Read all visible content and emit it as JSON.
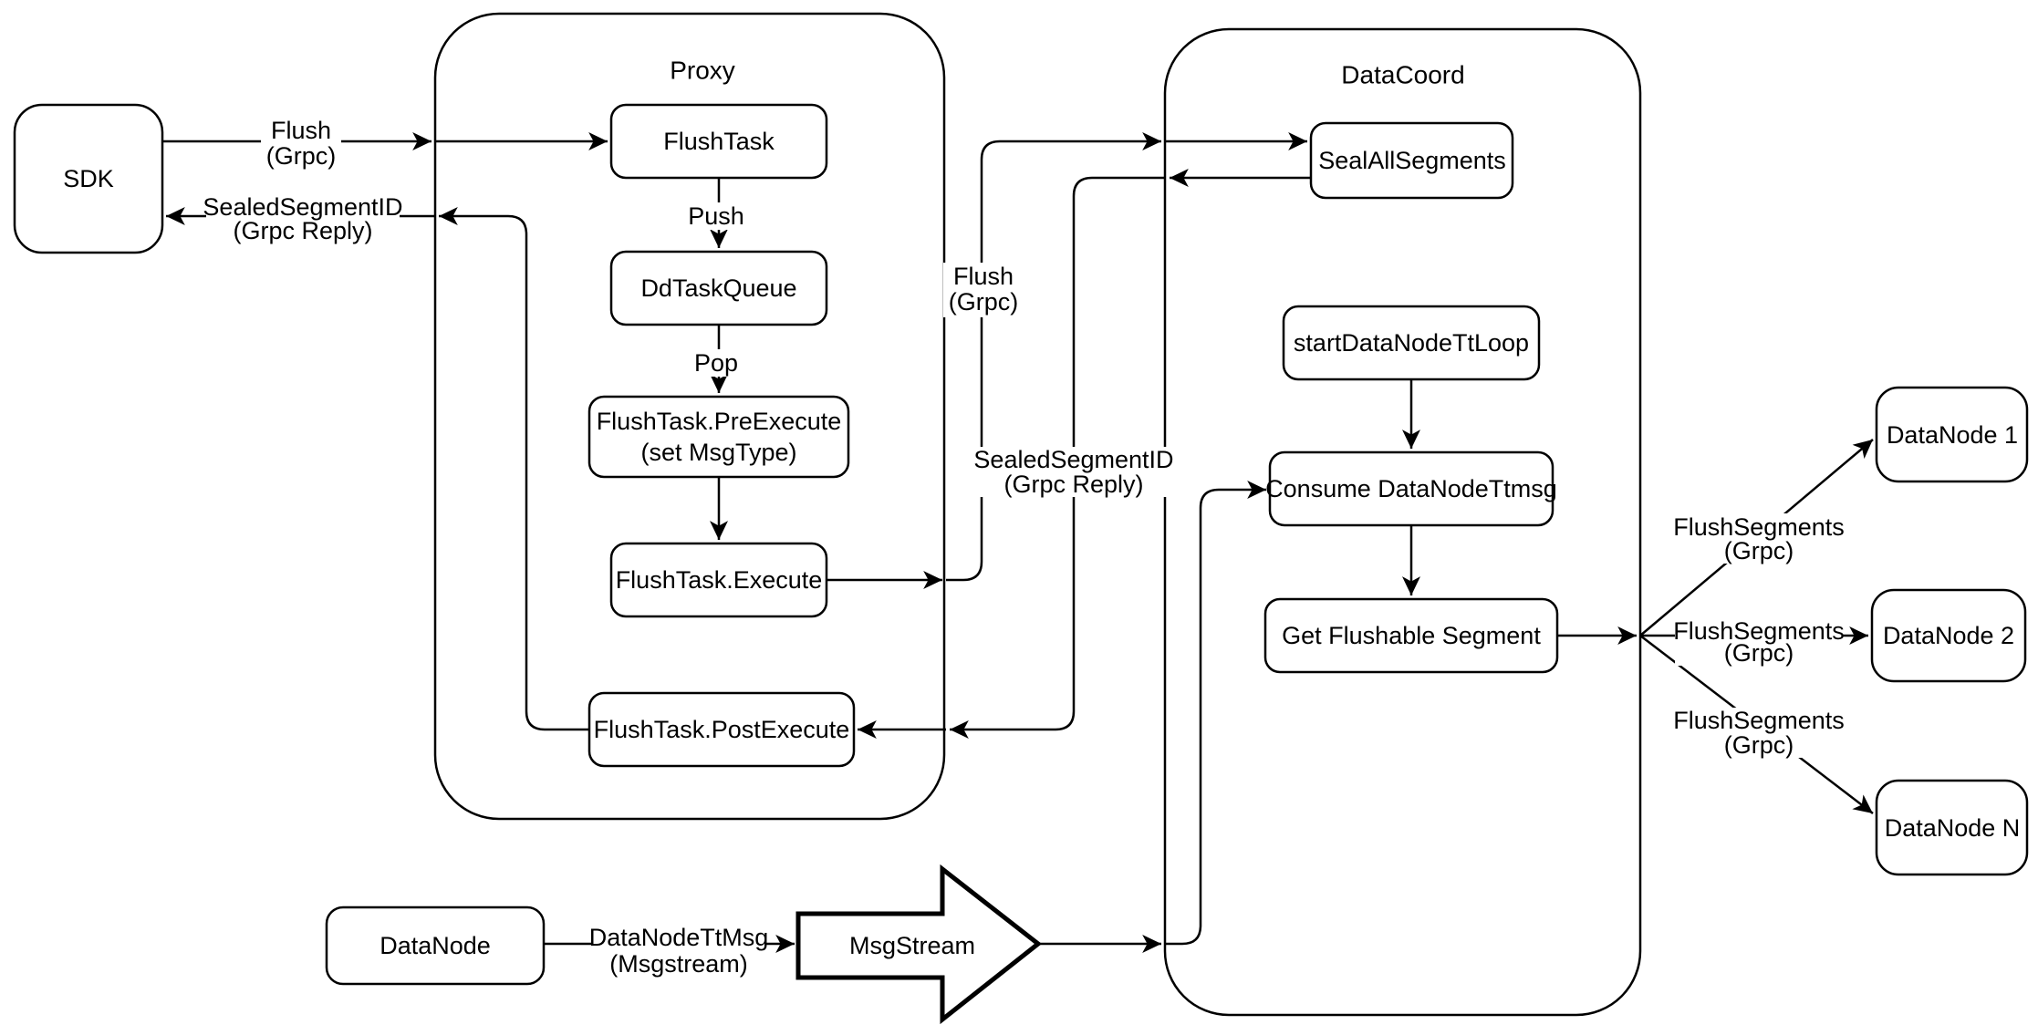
{
  "colors": {
    "stroke": "#000000",
    "background": "#ffffff",
    "text": "#000000"
  },
  "containers": {
    "proxy": "Proxy",
    "datacoord": "DataCoord"
  },
  "nodes": {
    "sdk": "SDK",
    "flush_task": "FlushTask",
    "dd_task_queue": "DdTaskQueue",
    "pre_execute_1": "FlushTask.PreExecute",
    "pre_execute_2": "(set MsgType)",
    "execute": "FlushTask.Execute",
    "post_execute": "FlushTask.PostExecute",
    "seal_all_segments": "SealAllSegments",
    "start_datanode_tt_loop": "startDataNodeTtLoop",
    "consume_datanode_ttmsg": "Consume DataNodeTtmsg",
    "get_flushable_segment": "Get Flushable Segment",
    "datanode_1": "DataNode 1",
    "datanode_2": "DataNode 2",
    "datanode_n": "DataNode N",
    "datanode": "DataNode",
    "msgstream": "MsgStream"
  },
  "edge_labels": {
    "flush_sdk_1": "Flush",
    "flush_sdk_2": "(Grpc)",
    "sealed_sdk_1": "SealedSegmentID",
    "sealed_sdk_2": "(Grpc Reply)",
    "push": "Push",
    "pop": "Pop",
    "flush_mid_1": "Flush",
    "flush_mid_2": "(Grpc)",
    "sealed_mid_1": "SealedSegmentID",
    "sealed_mid_2": "(Grpc Reply)",
    "flush_seg1_1": "FlushSegments",
    "flush_seg1_2": "(Grpc)",
    "flush_seg2_1": "FlushSegments",
    "flush_seg2_2": "(Grpc)",
    "flush_seg3_1": "FlushSegments",
    "flush_seg3_2": "(Grpc)",
    "ttmsg_1": "DataNodeTtMsg",
    "ttmsg_2": "(Msgstream)"
  }
}
